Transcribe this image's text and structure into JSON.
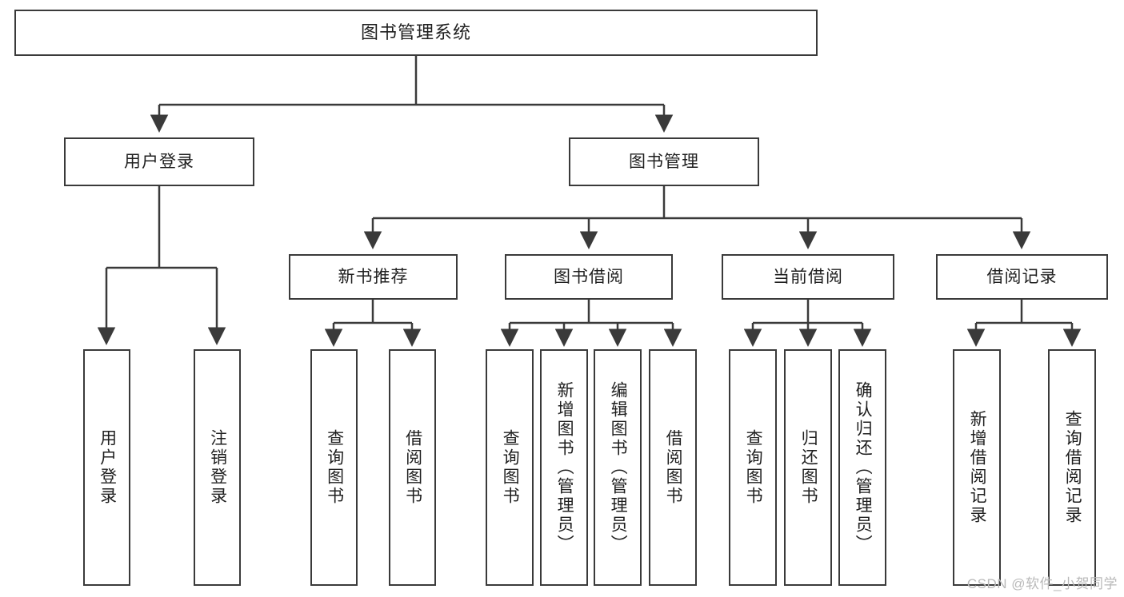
{
  "diagram": {
    "title": "图书管理系统",
    "watermark": "CSDN @软件_小贺同学",
    "colors": {
      "stroke": "#3a3a3a",
      "text": "#1f1f1f",
      "background": "#ffffff",
      "watermark": "#b9b9b9"
    },
    "root": {
      "label": "图书管理系统"
    },
    "level2": [
      {
        "key": "user_login",
        "label": "用户登录"
      },
      {
        "key": "book_manage",
        "label": "图书管理"
      }
    ],
    "level3": [
      {
        "key": "new_book_rec",
        "label": "新书推荐"
      },
      {
        "key": "book_borrow",
        "label": "图书借阅"
      },
      {
        "key": "current_borrow",
        "label": "当前借阅"
      },
      {
        "key": "borrow_record",
        "label": "借阅记录"
      }
    ],
    "leaves": {
      "user_login": [
        {
          "label": "用户登录"
        },
        {
          "label": "注销登录"
        }
      ],
      "new_book_rec": [
        {
          "label": "查询图书"
        },
        {
          "label": "借阅图书"
        }
      ],
      "book_borrow": [
        {
          "label": "查询图书"
        },
        {
          "label": "新增图书（管理员）"
        },
        {
          "label": "编辑图书（管理员）"
        },
        {
          "label": "借阅图书"
        }
      ],
      "current_borrow": [
        {
          "label": "查询图书"
        },
        {
          "label": "归还图书"
        },
        {
          "label": "确认归还（管理员）"
        }
      ],
      "borrow_record": [
        {
          "label": "新增借阅记录"
        },
        {
          "label": "查询借阅记录"
        }
      ]
    }
  }
}
